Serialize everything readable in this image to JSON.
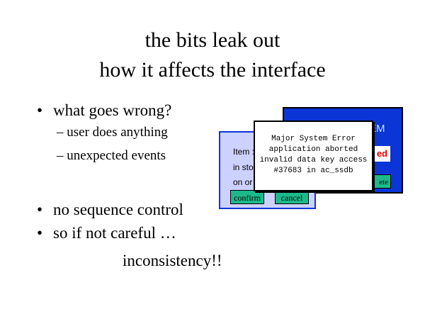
{
  "title": {
    "line1": "the bits leak out",
    "line2": "how it affects the interface"
  },
  "bullets": {
    "b1": "what goes wrong?",
    "b1_sub1": "– user does anything",
    "b1_sub2": "– unexpected events",
    "b2": "no sequence control",
    "b3": "so if not careful …",
    "bullet_glyph": "•"
  },
  "final_line": "inconsistency!!",
  "dialogs": {
    "back": {
      "title_fragment": "EM",
      "status_fragment": "ed",
      "button_fragment": "ete"
    },
    "middle": {
      "lines": [
        "Item :",
        "in sto",
        "on or"
      ],
      "confirm_label": "confirm",
      "cancel_label": "cancel"
    },
    "error": {
      "lines": [
        "Major System Error",
        "application aborted",
        "invalid data key access",
        "#37683 in ac_ssdb"
      ]
    }
  },
  "colors": {
    "back_window": "#0b35d6",
    "middle_window": "#cdd1ff",
    "button": "#1db98a",
    "error_text": "#e00000"
  }
}
